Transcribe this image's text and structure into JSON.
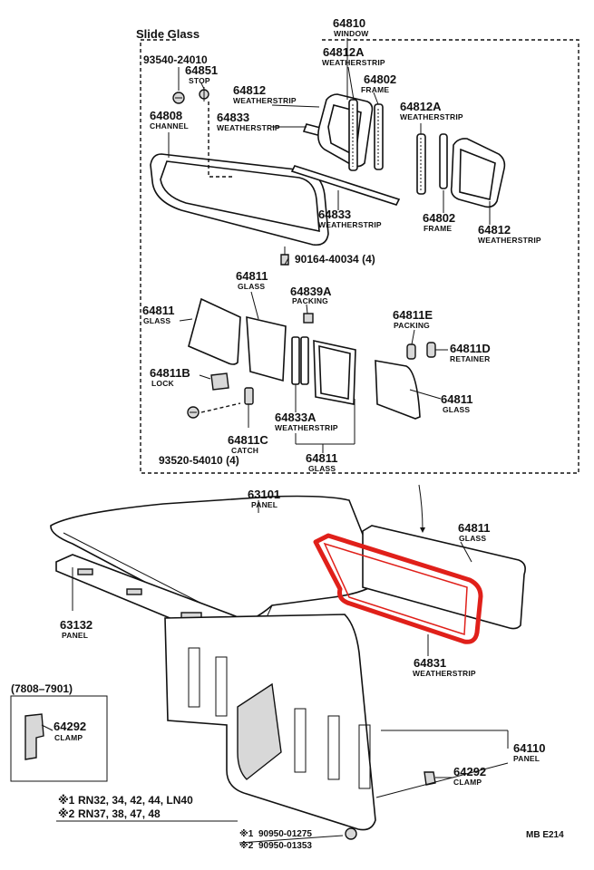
{
  "colors": {
    "highlight": "#e0201a",
    "ink": "#111111",
    "paper": "#ffffff"
  },
  "group": {
    "title": "Slide Glass"
  },
  "callouts": [
    {
      "id": "c64810",
      "num": "64810",
      "name": "WINDOW"
    },
    {
      "id": "c93540",
      "num": "93540-24010",
      "name": ""
    },
    {
      "id": "c64851",
      "num": "64851",
      "name": "STOP"
    },
    {
      "id": "c64812a_1",
      "num": "64812A",
      "name": "WEATHERSTRIP"
    },
    {
      "id": "c64802_1",
      "num": "64802",
      "name": "FRAME"
    },
    {
      "id": "c64812_1",
      "num": "64812",
      "name": "WEATHERSTRIP"
    },
    {
      "id": "c64808",
      "num": "64808",
      "name": "CHANNEL"
    },
    {
      "id": "c64833_1",
      "num": "64833",
      "name": "WEATHERSTRIP"
    },
    {
      "id": "c64812a_2",
      "num": "64812A",
      "name": "WEATHERSTRIP"
    },
    {
      "id": "c64833_2",
      "num": "64833",
      "name": "WEATHERSTRIP"
    },
    {
      "id": "c64802_2",
      "num": "64802",
      "name": "FRAME"
    },
    {
      "id": "c64812_2",
      "num": "64812",
      "name": "WEATHERSTRIP"
    },
    {
      "id": "c90164",
      "num": "90164-40034 (4)",
      "name": ""
    },
    {
      "id": "c64811_1",
      "num": "64811",
      "name": "GLASS"
    },
    {
      "id": "c64839a",
      "num": "64839A",
      "name": "PACKING"
    },
    {
      "id": "c64811_2",
      "num": "64811",
      "name": "GLASS"
    },
    {
      "id": "c64811e",
      "num": "64811E",
      "name": "PACKING"
    },
    {
      "id": "c64811d",
      "num": "64811D",
      "name": "RETAINER"
    },
    {
      "id": "c64811b",
      "num": "64811B",
      "name": "LOCK"
    },
    {
      "id": "c64811_3",
      "num": "64811",
      "name": "GLASS"
    },
    {
      "id": "c64833a",
      "num": "64833A",
      "name": "WEATHERSTRIP"
    },
    {
      "id": "c64811c",
      "num": "64811C",
      "name": "CATCH"
    },
    {
      "id": "c93520",
      "num": "93520-54010 (4)",
      "name": ""
    },
    {
      "id": "c64811_4",
      "num": "64811",
      "name": "GLASS"
    },
    {
      "id": "c63101",
      "num": "63101",
      "name": "PANEL"
    },
    {
      "id": "c64811_5",
      "num": "64811",
      "name": "GLASS"
    },
    {
      "id": "c63132",
      "num": "63132",
      "name": "PANEL"
    },
    {
      "id": "c64831",
      "num": "64831",
      "name": "WEATHERSTRIP"
    },
    {
      "id": "c64292_1",
      "num": "64292",
      "name": "CLAMP"
    },
    {
      "id": "c64110",
      "num": "64110",
      "name": "PANEL"
    },
    {
      "id": "c64292_2",
      "num": "64292",
      "name": "CLAMP"
    }
  ],
  "date_range": "(7808–7901)",
  "model_notes": [
    {
      "mark": "※1",
      "text": "RN32, 34, 42, 44, LN40"
    },
    {
      "mark": "※2",
      "text": "RN37, 38, 47, 48"
    }
  ],
  "bolt_notes": [
    {
      "mark": "※1",
      "text": "90950-01275"
    },
    {
      "mark": "※2",
      "text": "90950-01353"
    }
  ],
  "figure_code": "MB  E214"
}
